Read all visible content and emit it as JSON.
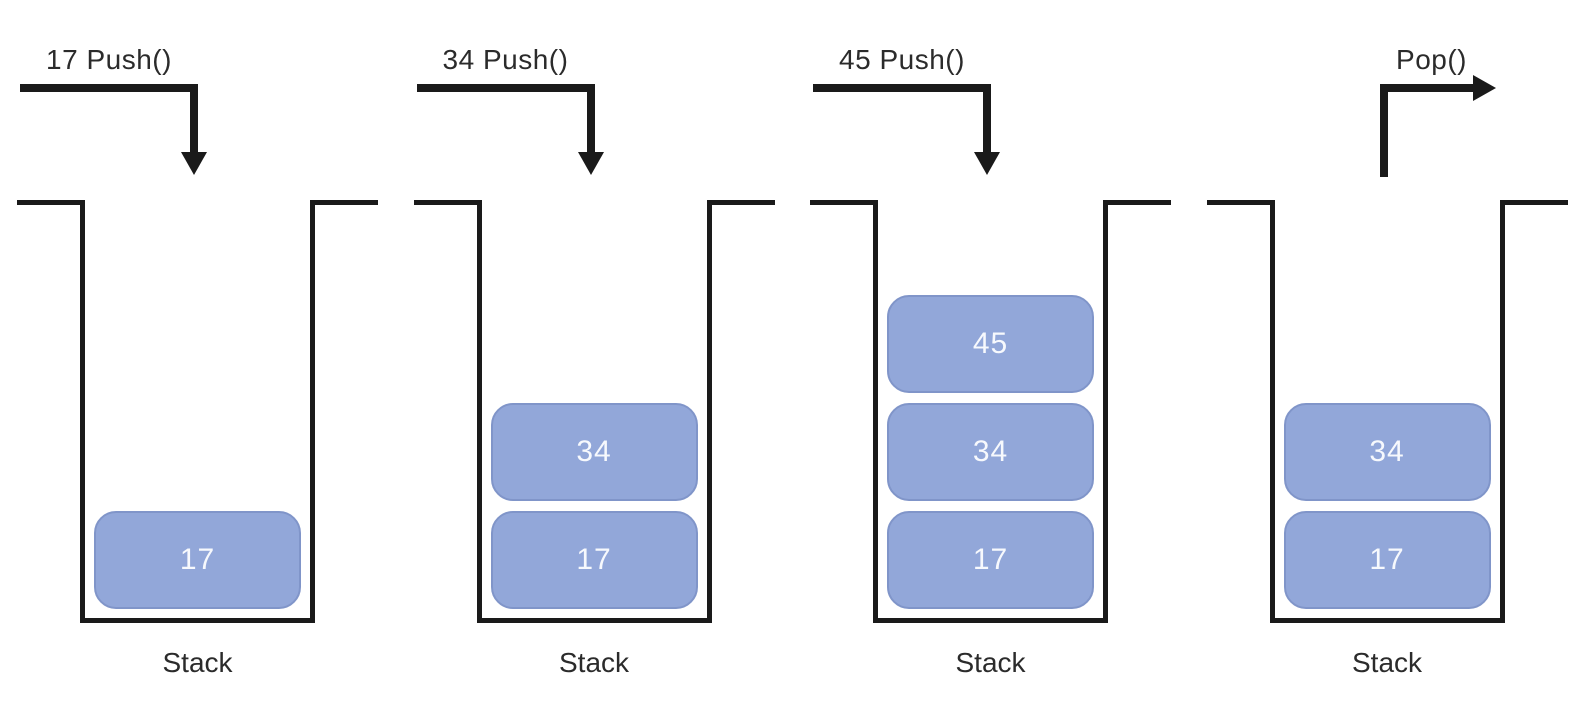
{
  "colors": {
    "line": "#1a1a1a",
    "box_fill": "#92a7d9",
    "box_border": "#8095c9",
    "box_text": "#f7f9fd",
    "label_text": "#2b2b2b"
  },
  "panels": [
    {
      "operation": "17 Push()",
      "arrow": "push-down",
      "items": [
        "17"
      ],
      "label": "Stack"
    },
    {
      "operation": "34 Push()",
      "arrow": "push-down",
      "items": [
        "34",
        "17"
      ],
      "label": "Stack"
    },
    {
      "operation": "45 Push()",
      "arrow": "push-down",
      "items": [
        "45",
        "34",
        "17"
      ],
      "label": "Stack"
    },
    {
      "operation": "Pop()",
      "arrow": "pop-right",
      "items": [
        "34",
        "17"
      ],
      "label": "Stack"
    }
  ]
}
